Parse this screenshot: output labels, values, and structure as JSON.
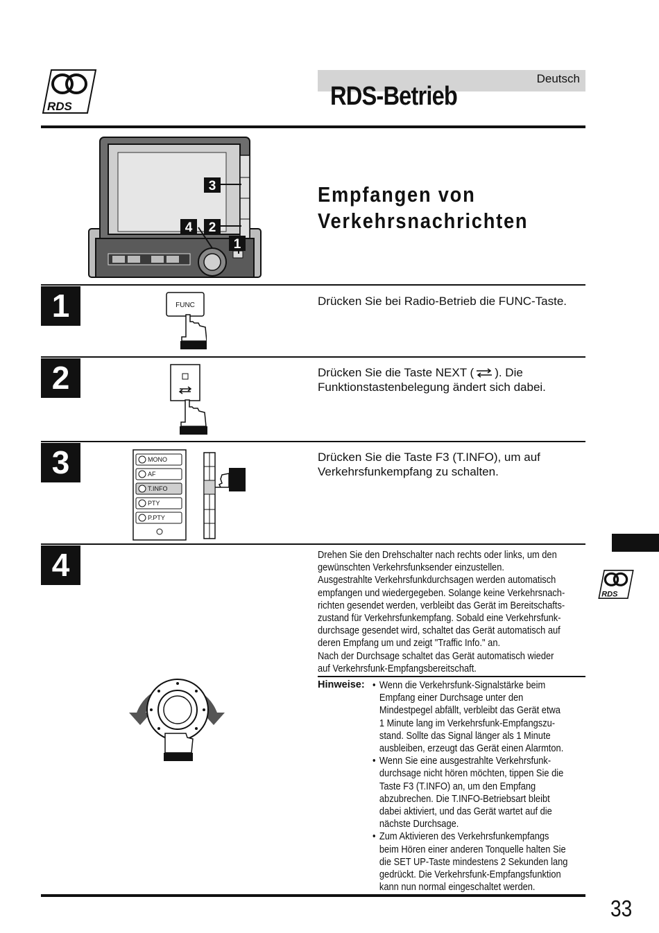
{
  "header": {
    "logo_text": "RDS",
    "language": "Deutsch",
    "title": "RDS-Betrieb"
  },
  "section": {
    "heading_line1": "Empfangen von",
    "heading_line2": "Verkehrsnachrichten"
  },
  "device_callouts": [
    "3",
    "4",
    "2",
    "1"
  ],
  "steps": [
    {
      "number": "1",
      "text": "Drücken Sie bei Radio-Betrieb die FUNC-Taste.",
      "button_label": "FUNC"
    },
    {
      "number": "2",
      "text_line1": "Drücken Sie die Taste NEXT (",
      "text_line1b": "). Die",
      "text_line2": "Funktionstastenbelegung ändert sich dabei."
    },
    {
      "number": "3",
      "text": "Drücken Sie die Taste F3 (T.INFO), um auf Verkehrsfunkempfang zu schalten.",
      "menu": [
        "MONO",
        "AF",
        "T.INFO",
        "PTY",
        "P.PTY"
      ]
    },
    {
      "number": "4",
      "lines": [
        "Drehen Sie den Drehschalter nach rechts oder links, um den",
        "gewünschten Verkehrsfunksender einzustellen.",
        "Ausgestrahlte Verkehrsfunkdurchsagen werden automatisch",
        "empfangen und wiedergegeben. Solange keine Verkehrsnach-",
        "richten gesendet werden, verbleibt das Gerät im Bereitschafts-",
        "zustand für Verkehrsfunkempfang. Sobald eine Verkehrsfunk-",
        "durchsage gesendet wird, schaltet das Gerät automatisch auf",
        "deren Empfang um und zeigt \"Traffic Info.\" an.",
        "Nach der Durchsage schaltet das Gerät automatisch wieder",
        "auf Verkehrsfunk-Empfangsbereitschaft."
      ]
    }
  ],
  "notes": {
    "label": "Hinweise:",
    "bullet": "•",
    "items": [
      [
        "Wenn die Verkehrsfunk-Signalstärke beim",
        "Empfang einer Durchsage unter den",
        "Mindestpegel abfällt, verbleibt das Gerät etwa",
        "1 Minute lang im Verkehrsfunk-Empfangszu-",
        "stand. Sollte das Signal länger als 1 Minute",
        "ausbleiben, erzeugt das Gerät einen Alarmton."
      ],
      [
        "Wenn Sie eine ausgestrahlte Verkehrsfunk-",
        "durchsage nicht hören möchten, tippen Sie die",
        "Taste F3 (T.INFO) an, um den Empfang",
        "abzubrechen. Die T.INFO-Betriebsart bleibt",
        "dabei aktiviert, und das Gerät wartet auf die",
        "nächste Durchsage."
      ],
      [
        "Zum Aktivieren des Verkehrsfunkempfangs",
        "beim Hören einer anderen Tonquelle halten Sie",
        "die SET UP-Taste mindestens 2 Sekunden lang",
        "gedrückt. Die Verkehrsfunk-Empfangsfunktion",
        "kann nun normal eingeschaltet werden."
      ]
    ]
  },
  "page_number": "33",
  "colors": {
    "ink": "#111111",
    "lang_bar": "#d4d4d4",
    "device_body": "#555555"
  },
  "icons": [
    "rds-logo-icon",
    "pressing-hand-icon",
    "next-arrow-icon",
    "rotary-knob-icon",
    "rotate-arrows-icon"
  ]
}
